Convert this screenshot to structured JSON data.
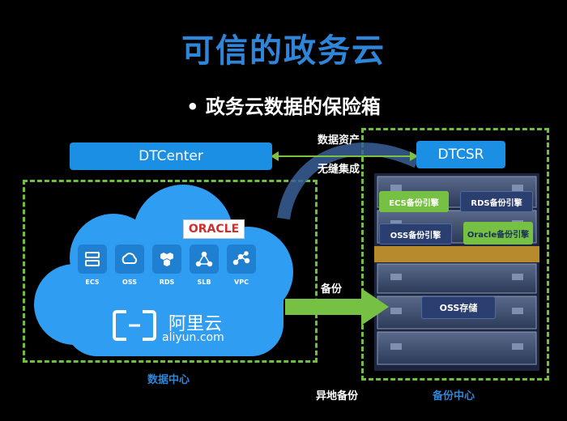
{
  "title": "可信的政务云",
  "subtitle": "• 政务云数据的保险箱",
  "dtcenter": {
    "label": "DTCenter"
  },
  "dtcsr": {
    "label": "DTCSR"
  },
  "integration": {
    "line1": "数据资产",
    "line2": "无缝集成"
  },
  "oracle_logo": "ORACLE",
  "services": [
    {
      "label": "ECS",
      "icon": "server-icon"
    },
    {
      "label": "OSS",
      "icon": "cloud-storage-icon"
    },
    {
      "label": "RDS",
      "icon": "database-icon"
    },
    {
      "label": "SLB",
      "icon": "load-balancer-icon"
    },
    {
      "label": "VPC",
      "icon": "network-icon"
    }
  ],
  "brand": {
    "name": "阿里云",
    "url": "aliyun.com"
  },
  "backup_label": "备份",
  "engines": {
    "ecs": "ECS备份引擎",
    "rds": "RDS备份引擎",
    "oss": "OSS备份引擎",
    "oracle": "Oracle备份引擎",
    "oss_storage": "OSS存储"
  },
  "datacenter_label": "数据中心",
  "remote_backup_label": "异地备份",
  "backup_center_label": "备份中心",
  "colors": {
    "title_blue": "#2f86d8",
    "pill_blue": "#1a8fe3",
    "dash_green": "#6fbf3e",
    "cloud_blue": "#2f9df1",
    "arrow_green": "#76c043"
  }
}
